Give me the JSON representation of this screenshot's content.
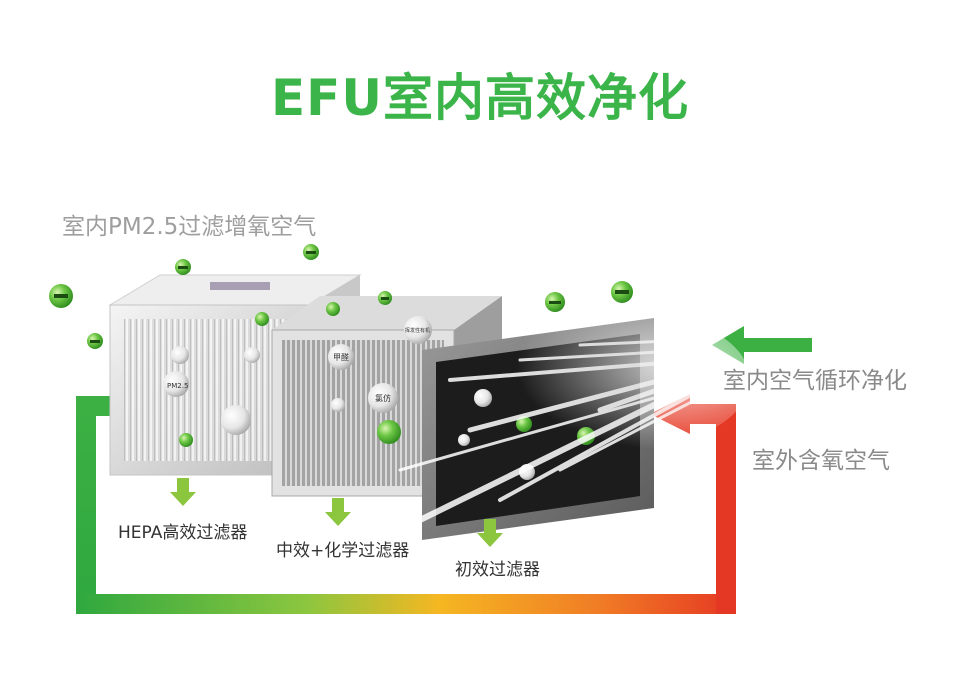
{
  "title": "EFU室内高效净化",
  "labels": {
    "indoor_air": "室内PM2.5过滤增氧空气",
    "circulation": "室内空气循环净化",
    "outdoor_air": "室外含氧空气",
    "hepa_filter": "HEPA高效过滤器",
    "medium_filter": "中效+化学过滤器",
    "primary_filter": "初效过滤器"
  },
  "filter_tags": {
    "hepa": "PM2.5",
    "formaldehyde": "甲醛",
    "benzene": "氯仿",
    "mid_top": "挥发性有机"
  },
  "colors": {
    "title_green": "#3bb54a",
    "arrow_green": "#3cb043",
    "arrow_red": "#e53824",
    "flow_yellow": "#f5b722"
  }
}
